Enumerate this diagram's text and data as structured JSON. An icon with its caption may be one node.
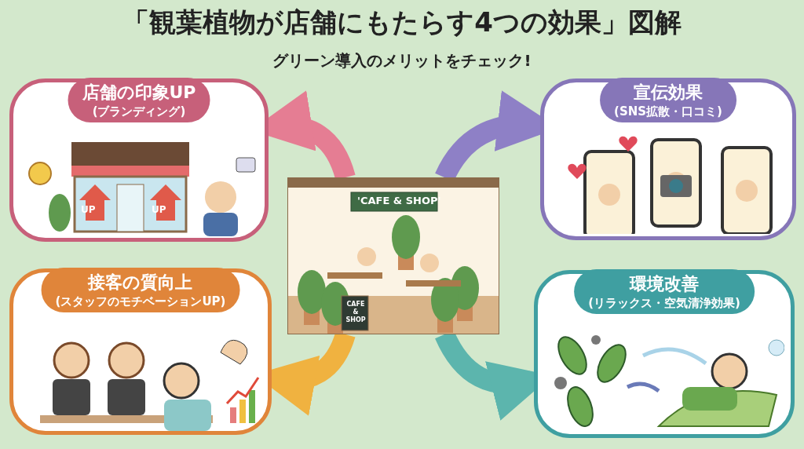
{
  "diagram": {
    "title": "「観葉植物が店舗にもたらす4つの効果」図解",
    "caption": "グリーン導入のメリットをチェック!",
    "nodes": [
      {
        "text": [],
        "shape": "picture"
      },
      {
        "text": [
          "店舗の印象UP",
          "(ブランディング)"
        ]
      },
      {
        "text": [
          "宣伝効果",
          "(SNS拡散・口コミ)"
        ]
      },
      {
        "text": [
          "接客の質向上",
          "(スタッフのモチベーションUP)"
        ]
      },
      {
        "text": [
          "環境改善",
          "(リラックス・空気清浄効果)"
        ]
      }
    ],
    "edges": [
      {
        "from": 0,
        "to": 1,
        "arrow": "to",
        "color": "#e57d93"
      },
      {
        "from": 0,
        "to": 2,
        "arrow": "to",
        "color": "#8e80c6"
      },
      {
        "from": 0,
        "to": 3,
        "arrow": "to",
        "color": "#f0b240"
      },
      {
        "from": 0,
        "to": 4,
        "arrow": "to",
        "color": "#5cb5ad"
      }
    ],
    "labels": [
      "UP",
      "UP",
      "'CAFE & SHOP'",
      "CAFE & SHOP"
    ]
  }
}
